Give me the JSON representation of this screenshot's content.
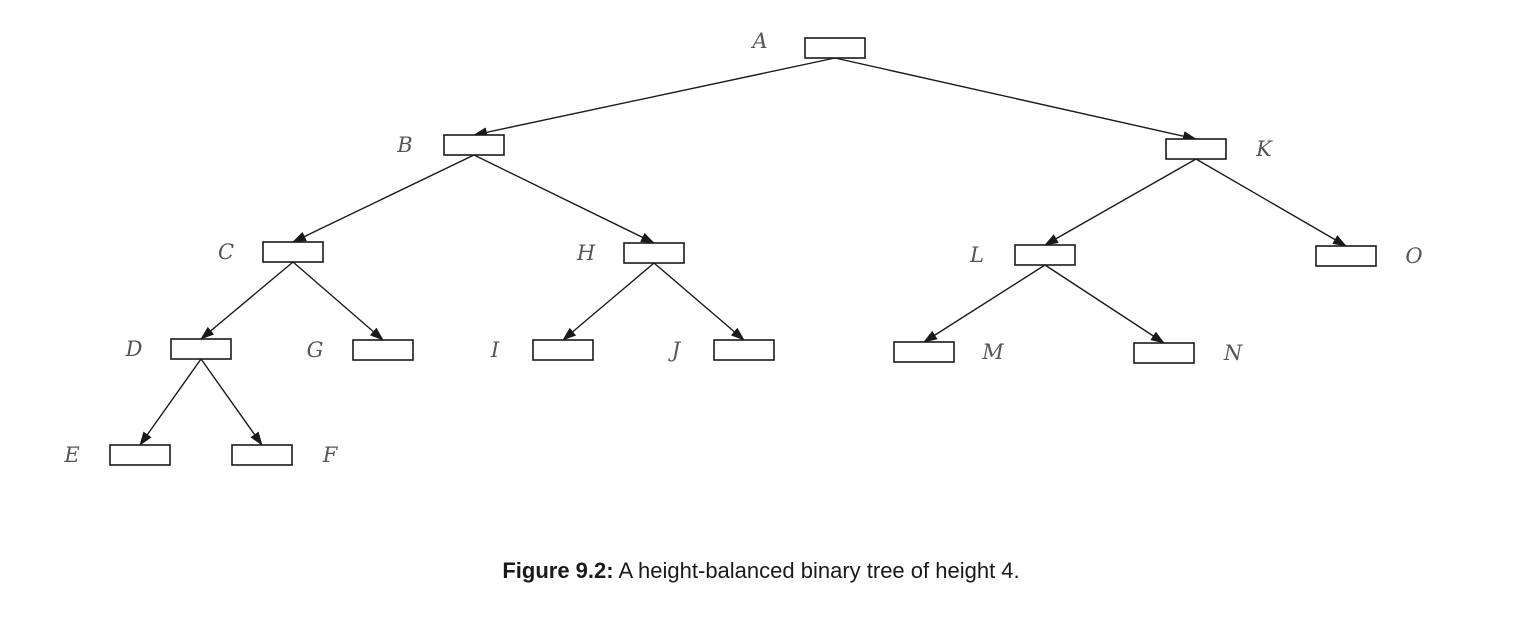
{
  "tree": {
    "nodes": [
      {
        "id": "A",
        "label": "A"
      },
      {
        "id": "B",
        "label": "B"
      },
      {
        "id": "C",
        "label": "C"
      },
      {
        "id": "D",
        "label": "D"
      },
      {
        "id": "E",
        "label": "E"
      },
      {
        "id": "F",
        "label": "F"
      },
      {
        "id": "G",
        "label": "G"
      },
      {
        "id": "H",
        "label": "H"
      },
      {
        "id": "I",
        "label": "I"
      },
      {
        "id": "J",
        "label": "J"
      },
      {
        "id": "K",
        "label": "K"
      },
      {
        "id": "L",
        "label": "L"
      },
      {
        "id": "M",
        "label": "M"
      },
      {
        "id": "N",
        "label": "N"
      },
      {
        "id": "O",
        "label": "O"
      }
    ],
    "edges": [
      [
        "A",
        "B"
      ],
      [
        "A",
        "K"
      ],
      [
        "B",
        "C"
      ],
      [
        "B",
        "H"
      ],
      [
        "C",
        "D"
      ],
      [
        "C",
        "G"
      ],
      [
        "D",
        "E"
      ],
      [
        "D",
        "F"
      ],
      [
        "H",
        "I"
      ],
      [
        "H",
        "J"
      ],
      [
        "K",
        "L"
      ],
      [
        "K",
        "O"
      ],
      [
        "L",
        "M"
      ],
      [
        "L",
        "N"
      ]
    ]
  },
  "caption": {
    "label": "Figure 9.2:",
    "text": " A height-balanced binary tree of height 4."
  }
}
